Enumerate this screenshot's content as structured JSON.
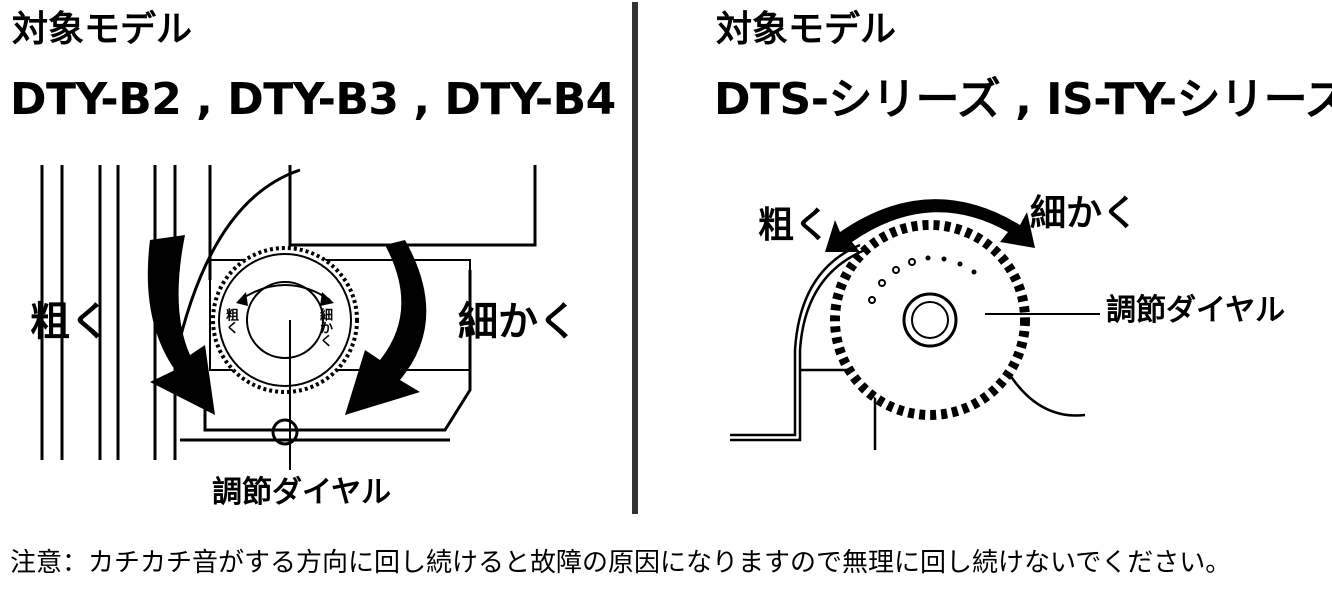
{
  "left": {
    "heading": "対象モデル",
    "models": "DTY-B2 , DTY-B3 , DTY-B4",
    "coarse_label": "粗く",
    "fine_label": "細かく",
    "dial_label": "調節ダイヤル",
    "dial_text_coarse": "粗く",
    "dial_text_fine": "細かく"
  },
  "right": {
    "heading": "対象モデル",
    "models": "DTS-シリーズ , IS-TY-シリーズ",
    "coarse_label": "粗く",
    "fine_label": "細かく",
    "dial_label": "調節ダイヤル"
  },
  "note": "注意：カチカチ音がする方向に回し続けると故障の原因になりますので無理に回し続けないでください。",
  "colors": {
    "ink": "#000000",
    "divider": "#333333",
    "background": "#ffffff"
  }
}
